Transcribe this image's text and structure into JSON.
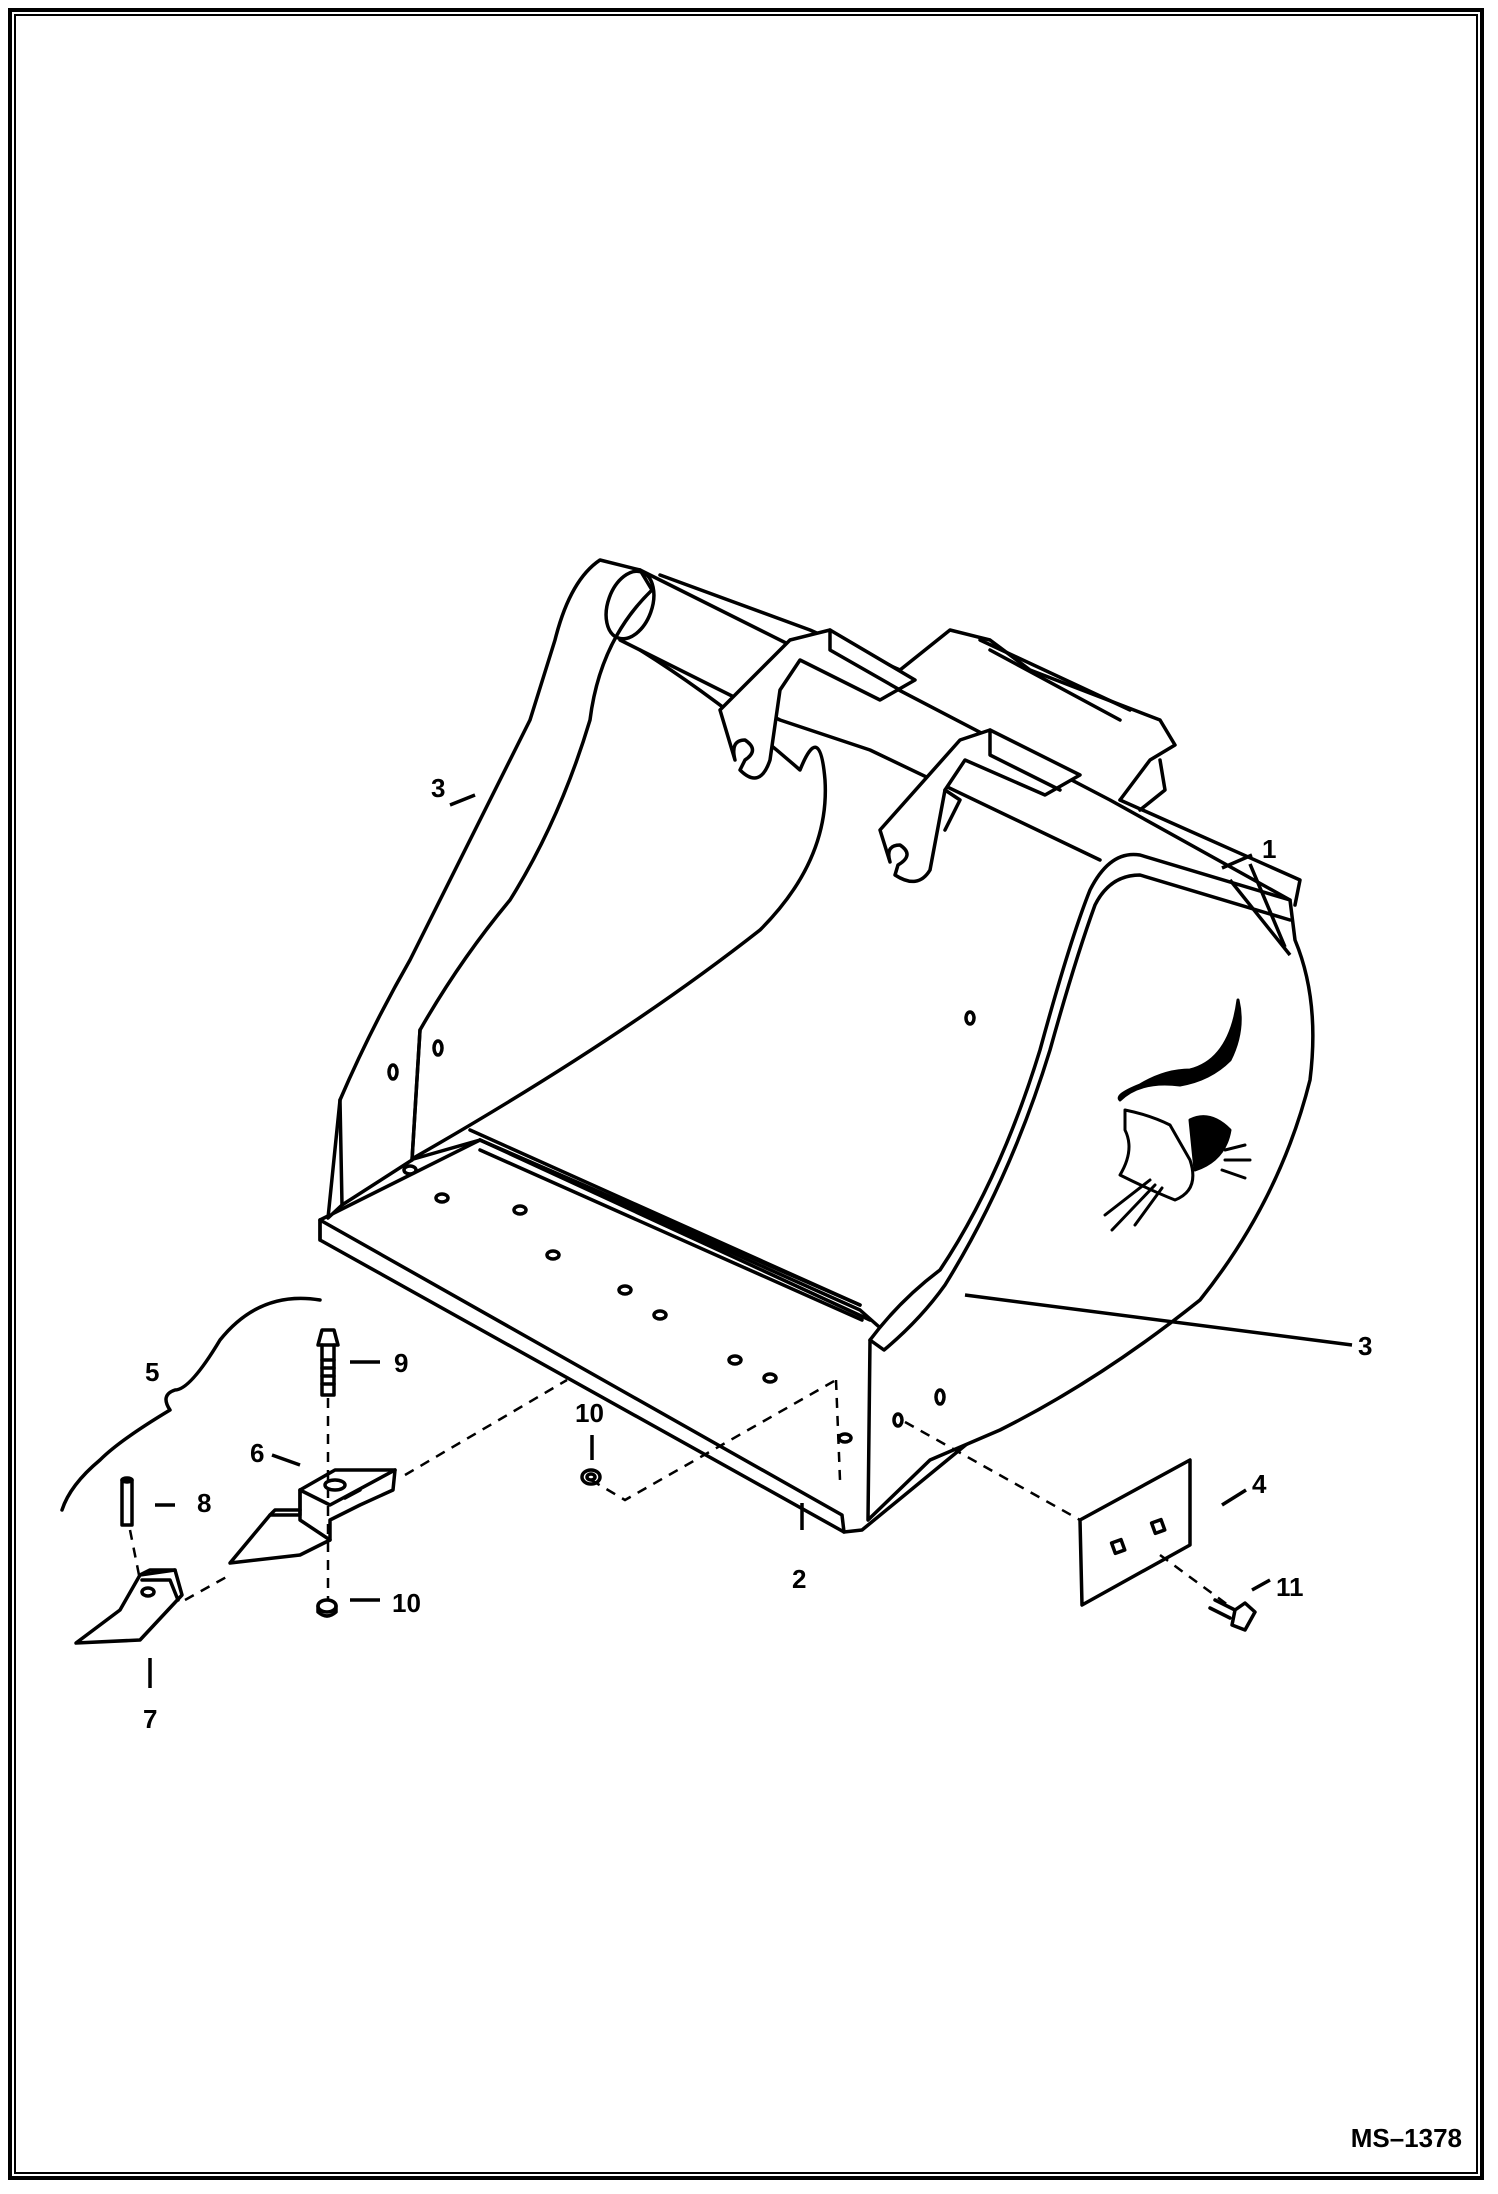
{
  "callouts": {
    "c1": "1",
    "c2": "2",
    "c3a": "3",
    "c3b": "3",
    "c4": "4",
    "c5": "5",
    "c6": "6",
    "c7": "7",
    "c8": "8",
    "c9": "9",
    "c10a": "10",
    "c10b": "10",
    "c11": "11"
  },
  "reference": "MS–1378"
}
